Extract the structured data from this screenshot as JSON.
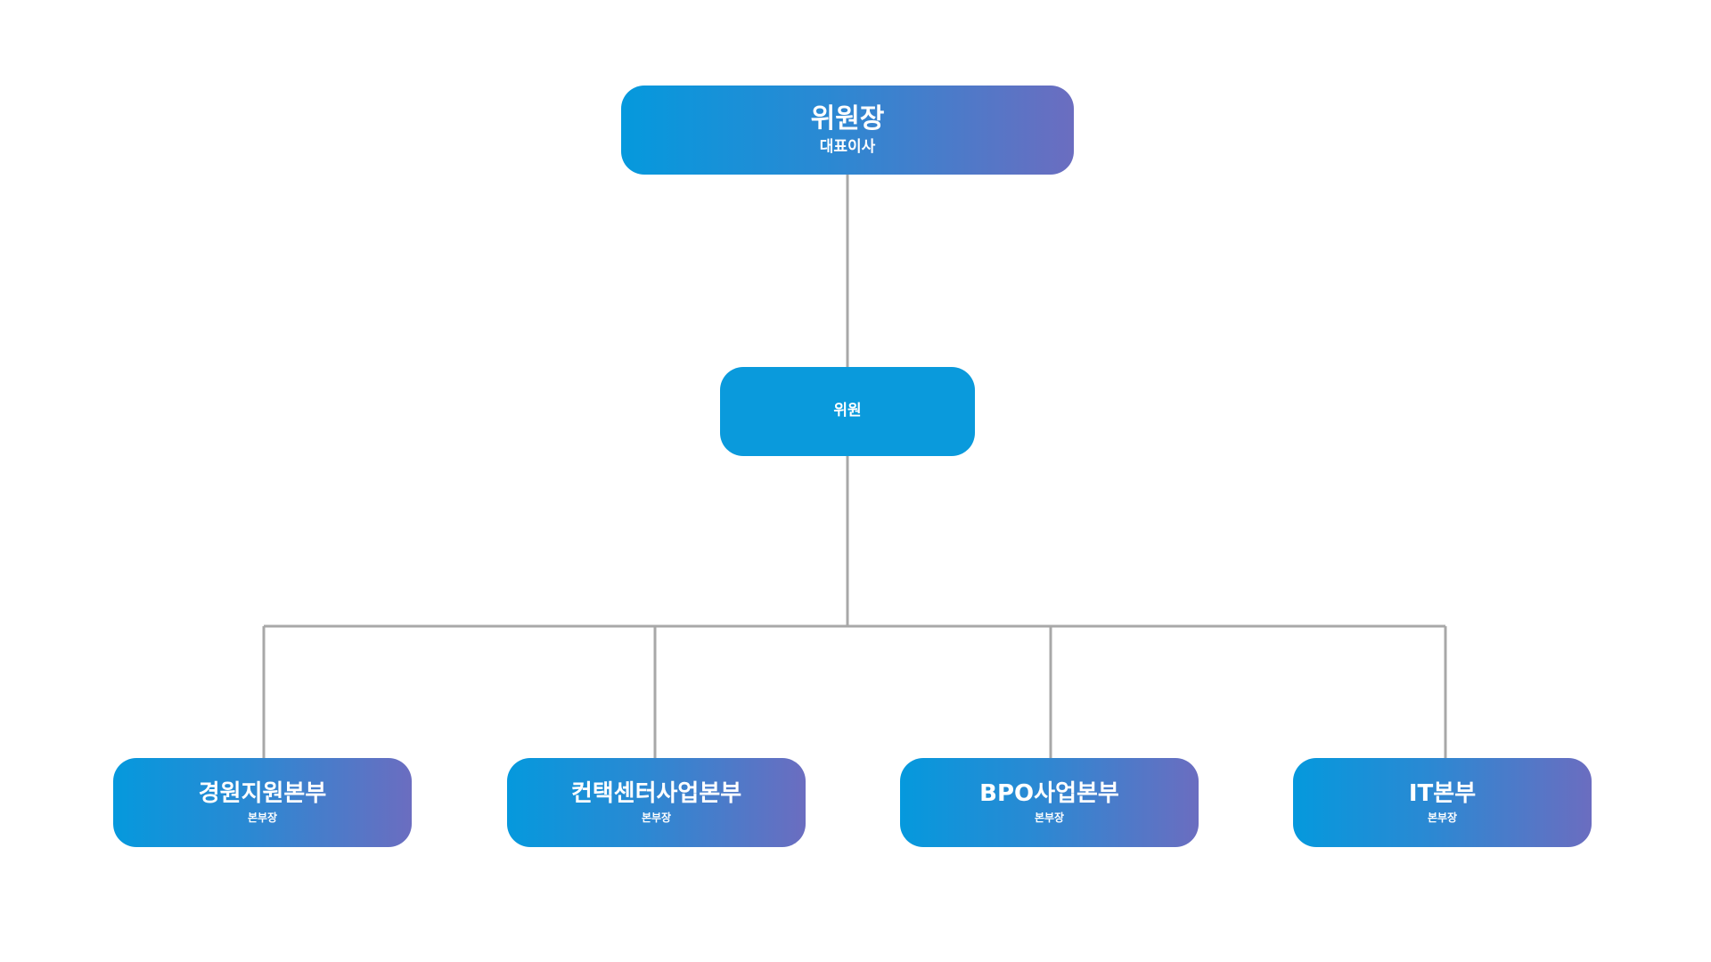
{
  "chart": {
    "root": {
      "title": "위원장",
      "subtitle": "대표이사"
    },
    "middle": {
      "title": "위원"
    },
    "divisions": [
      {
        "title": "경원지원본부",
        "subtitle": "본부장"
      },
      {
        "title": "컨택센터사업본부",
        "subtitle": "본부장"
      },
      {
        "title": "BPO사업본부",
        "subtitle": "본부장"
      },
      {
        "title": "IT본부",
        "subtitle": "본부장"
      }
    ]
  },
  "colors": {
    "gradient_start": "#0599dd",
    "gradient_end": "#6b6dc0",
    "solid_node": "#0a9adc",
    "connector": "#a8a8a8",
    "text": "#ffffff"
  }
}
